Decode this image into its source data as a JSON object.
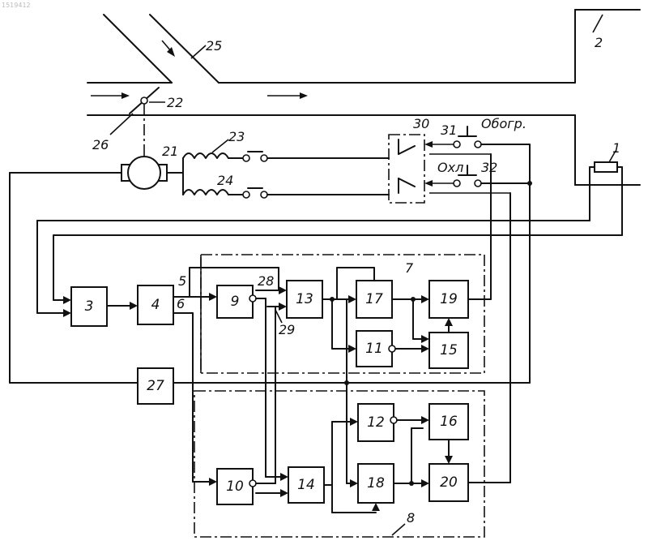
{
  "watermark": "1519412",
  "blocks": [
    {
      "id": "b1",
      "label": "1"
    },
    {
      "id": "b3",
      "label": "3"
    },
    {
      "id": "b4",
      "label": "4"
    },
    {
      "id": "b9",
      "label": "9"
    },
    {
      "id": "b10",
      "label": "10"
    },
    {
      "id": "b11",
      "label": "11"
    },
    {
      "id": "b12",
      "label": "12"
    },
    {
      "id": "b13",
      "label": "13"
    },
    {
      "id": "b14",
      "label": "14"
    },
    {
      "id": "b15",
      "label": "15"
    },
    {
      "id": "b16",
      "label": "16"
    },
    {
      "id": "b17",
      "label": "17"
    },
    {
      "id": "b18",
      "label": "18"
    },
    {
      "id": "b19",
      "label": "19"
    },
    {
      "id": "b20",
      "label": "20"
    },
    {
      "id": "b27",
      "label": "27"
    }
  ],
  "callouts": {
    "room": "2",
    "output5": "5",
    "output6": "6",
    "group7": "7",
    "group8": "8",
    "motor": "21",
    "damper": "22",
    "winding23": "23",
    "winding24": "24",
    "inlet": "25",
    "damper_axis": "26",
    "signal28": "28",
    "signal29": "29",
    "relay": "30",
    "switch31": "31",
    "switch32": "32",
    "heat_label": "Обогр.",
    "cool_label": "Охл"
  }
}
